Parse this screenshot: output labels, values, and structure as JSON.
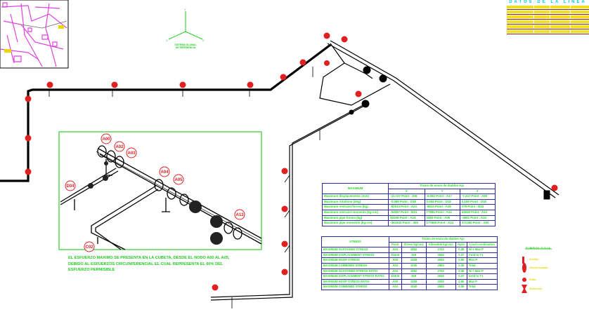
{
  "drawing": {
    "axis": {
      "labels": {
        "y": "Y",
        "x": "X",
        "z": "Z"
      },
      "caption": "SISTEMA GLOBAL DE REFERENCIA"
    },
    "inset_nodes": [
      "A00",
      "A02",
      "A03",
      "A04",
      "A05",
      "A13",
      "D04",
      "C02"
    ],
    "note": "EL ESFUERZO MAXIMO SE PRESENTA EN LA CUBETA, DESDE EL NODO A00 AL A05, DEBIDO AL ESFUERZOS CIRCUNFERENCIAL EL CUAL REPRESENTA  EL 60% DEL ESFUERZO PERMISIBLE",
    "colors": {
      "node": "#e02020",
      "frame": "#33cc33",
      "text": "#22dd22",
      "table_border": "#2a2aa0",
      "map": "#e040e0"
    }
  },
  "line_data": {
    "title": "DATOS DE LA LINEA"
  },
  "legend": {
    "title": "SIMBOLOGIA",
    "items": [
      "Anclaje",
      "Valvula bridada",
      "Brida",
      "Reduccion"
    ]
  },
  "table_max": {
    "header_label": "MAXIMUM",
    "group_header": "Tramo de envio de diablos Ajo",
    "columns": [
      "X",
      "Y",
      "Z"
    ],
    "rows": [
      {
        "label": "Maximum displacements (mm)",
        "x": "-11.737  Point : 308",
        "y": "-5.082  Point : A17",
        "z": "-7.247  Point : A80"
      },
      {
        "label": "Maximum rotations (deg)",
        "x": "-0.089  Point : D18",
        "y": "0.084  Point : D18",
        "z": "0.169  Point : D15"
      },
      {
        "label": "Maximum restraint forces (kg)",
        "x": "-82613  Point : A24",
        "y": "-8614  Point : A28",
        "z": "279  Point : B34"
      },
      {
        "label": "Maximum restraint moments (kg-cm)",
        "x": "-54087  Point : B34",
        "y": "77865  Point : A24",
        "z": "63649  Point : A24"
      },
      {
        "label": "Maximum pipe forces (kg)",
        "x": "84196  Point : A24",
        "y": "3460  Point : A05",
        "z": "-4861  Point : A24"
      },
      {
        "label": "Maximum pipe moments (kg-cm)",
        "x": "-361532  Point : 308",
        "y": "177865  Point : A24",
        "z": "371380  Point : A80"
      }
    ]
  },
  "table_stress": {
    "header_label": "STRESS",
    "group_header": "Tramo de envio de diablos Ajo",
    "columns": [
      "Point",
      "Stress kg/cm2",
      "Allowable kg/cm2",
      "Ratio",
      "Load combination"
    ],
    "rows": [
      [
        "MAXIMUM SUSTAINED STRESS",
        "A04",
        "1052",
        "2742",
        "0.38",
        "W + Max P"
      ],
      [
        "MAXIMUM DISPLACEMENT STRESS",
        "D18 B",
        "169",
        "2532",
        "0.27",
        "Cold to T1"
      ],
      [
        "MAXIMUM HOOP STRESS",
        "A00",
        "1328",
        "2532",
        "0.60",
        "Max P"
      ],
      [
        "MAXIMUM COMBINED STRESS",
        "A04",
        "1040",
        "2684",
        "0.39",
        "Total"
      ],
      [
        "MAXIMUM SUSTAINED STRESS RATIO",
        "A04",
        "1052",
        "2742",
        "0.38",
        "W + Max P"
      ],
      [
        "MAXIMUM DISPLACEMENT STRESS RATIO",
        "D18 B",
        "169",
        "2532",
        "0.27",
        "Cold to T1"
      ],
      [
        "MAXIMUM HOOP STRESS RATIO",
        "A00",
        "1328",
        "2532",
        "0.60",
        "Max P"
      ],
      [
        "MAXIMUM COMBINED STRESS",
        "A04",
        "1040",
        "2684",
        "0.39",
        "Total"
      ]
    ]
  }
}
